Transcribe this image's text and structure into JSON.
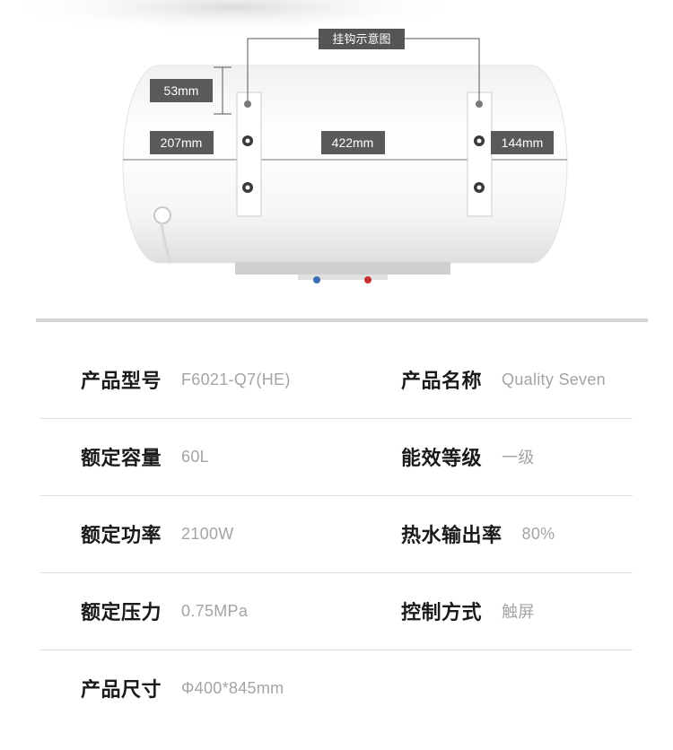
{
  "diagram": {
    "title": "挂钩示意图",
    "dimensions": {
      "top_offset": "53mm",
      "left_offset": "207mm",
      "hook_spacing": "422mm",
      "right_offset": "144mm"
    }
  },
  "specs": [
    {
      "label": "产品型号",
      "value": "F6021-Q7(HE)"
    },
    {
      "label": "产品名称",
      "value": "Quality Seven"
    },
    {
      "label": "额定容量",
      "value": "60L"
    },
    {
      "label": "能效等级",
      "value": "一级"
    },
    {
      "label": "额定功率",
      "value": "2100W"
    },
    {
      "label": "热水输出率",
      "value": "80%"
    },
    {
      "label": "额定压力",
      "value": "0.75MPa"
    },
    {
      "label": "控制方式",
      "value": "触屏"
    },
    {
      "label": "产品尺寸",
      "value": "Φ400*845mm"
    }
  ]
}
